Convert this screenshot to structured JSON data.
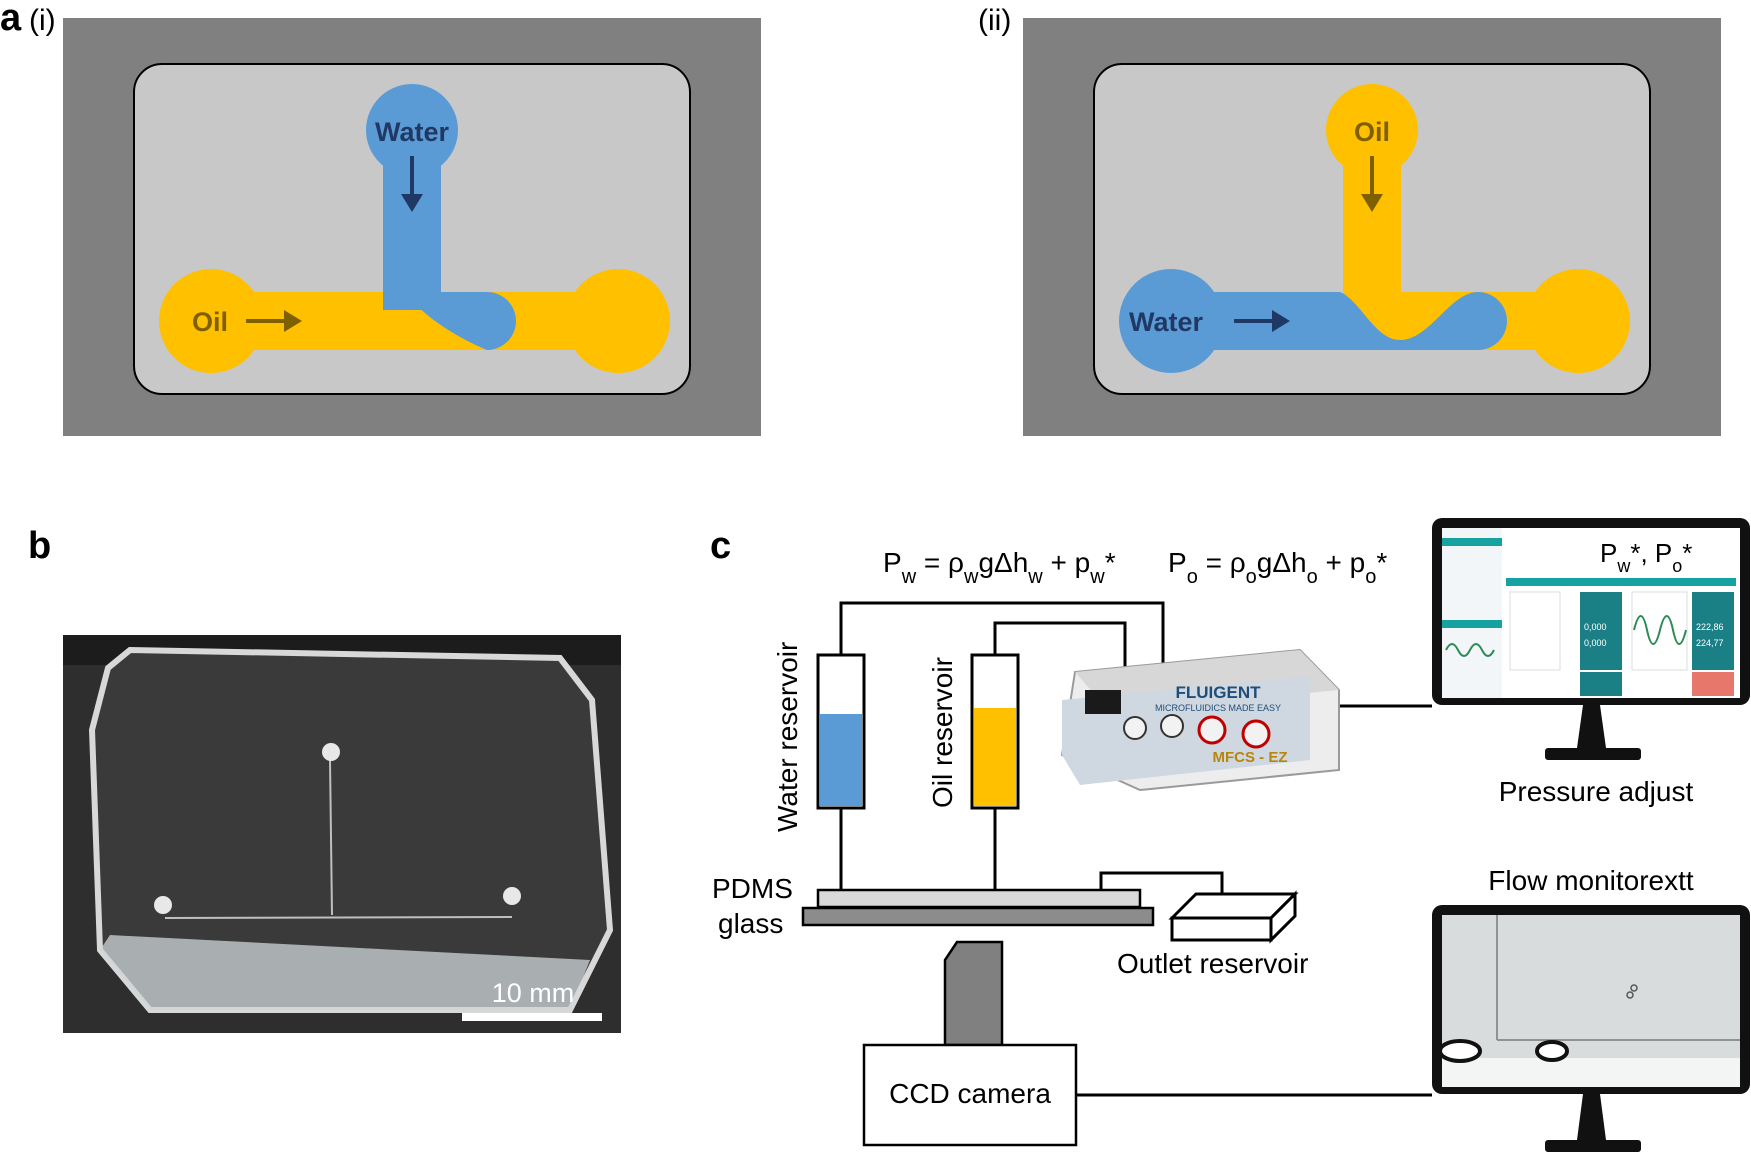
{
  "panel_a": {
    "letter": "a",
    "sub_i": "(i)",
    "sub_ii": "(ii)",
    "i": {
      "top_label": "Water",
      "left_label": "Oil"
    },
    "ii": {
      "top_label": "Oil",
      "left_label": "Water"
    }
  },
  "panel_b": {
    "letter": "b",
    "scale_label": "10 mm"
  },
  "panel_c": {
    "letter": "c",
    "eq_water": {
      "P": "P",
      "sub_w": "w",
      "mid": " = ρ",
      "sub_w2": "w",
      "g": "gΔh",
      "sub_w3": "w",
      "plus": " + p",
      "sub_w4": "w",
      "star": "*"
    },
    "eq_oil": {
      "P": "P",
      "sub_o": "o",
      "mid": " = ρ",
      "sub_o2": "o",
      "g": "gΔh",
      "sub_o3": "o",
      "plus": " + p",
      "sub_o4": "o",
      "star": "*"
    },
    "water_reservoir": "Water reservoir",
    "oil_reservoir": "Oil reservoir",
    "pdms": "PDMS",
    "glass": "glass",
    "outlet_reservoir": "Outlet reservoir",
    "ccd_camera": "CCD camera",
    "pressure_adjust": "Pressure adjust",
    "flow_monitor": "Flow monitorextt",
    "monitor_title": {
      "P1": "P",
      "s1": "w",
      "t1": "*, P",
      "s2": "o",
      "t2": "*"
    },
    "device_brand": "FLUIGENT",
    "device_tagline": "MICROFLUIDICS MADE EASY",
    "device_model": "MFCS - EZ",
    "screen_values": [
      "0,000",
      "0,000",
      "222,86",
      "224,77"
    ]
  },
  "colors": {
    "water": "#5b9bd5",
    "oil": "#ffc000",
    "dark_bg": "#808080",
    "chip": "#c8c8c8",
    "water_label": "#1f3864",
    "oil_label": "#7f6000"
  }
}
